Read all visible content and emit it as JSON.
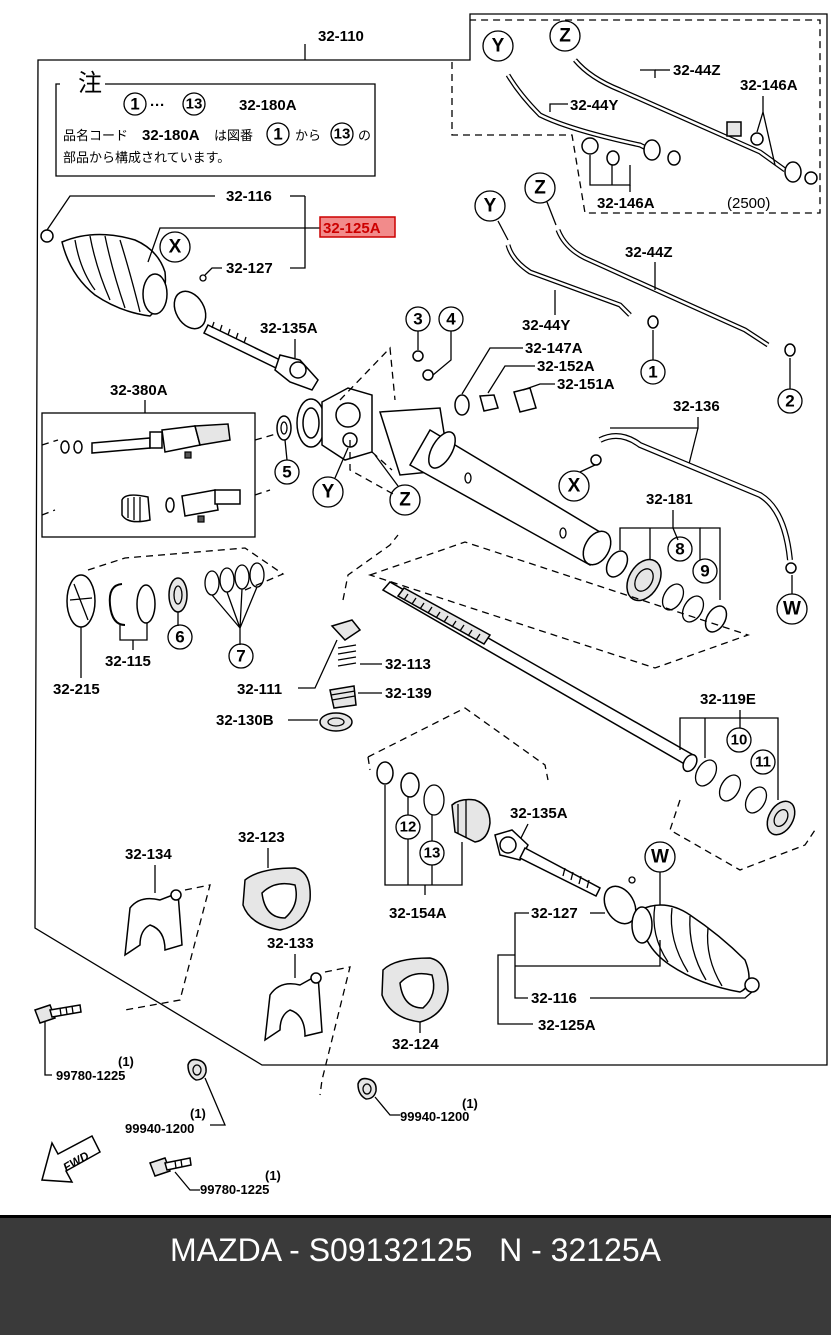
{
  "diagram": {
    "title_code": "32-110",
    "note": {
      "heading": "注",
      "range_start": "1",
      "range_sep": "···",
      "range_end": "13",
      "code": "32-180A",
      "line1_prefix": "品名コード",
      "line1_code": "32-180A",
      "line1_mid": "は図番",
      "line1_from_num": "1",
      "line1_from": "から",
      "line1_to_num": "13",
      "line1_to": "の",
      "line2": "部品から構成されています。"
    },
    "highlight_label": "32-125A",
    "highlight_color": "#f28b8b",
    "qty_mark": "(1)",
    "variant": "(2500)",
    "labels": {
      "p32_116_a": "32-116",
      "p32_127_a": "32-127",
      "p32_135a_a": "32-135A",
      "p32_380a": "32-380A",
      "p32_44z_a": "32-44Z",
      "p32_44y_a": "32-44Y",
      "p32_146a_a": "32-146A",
      "p32_146a_b": "32-146A",
      "p32_44z_b": "32-44Z",
      "p32_44y_b": "32-44Y",
      "p32_147a": "32-147A",
      "p32_152a": "32-152A",
      "p32_151a": "32-151A",
      "p32_136": "32-136",
      "p32_181": "32-181",
      "p32_215": "32-215",
      "p32_115": "32-115",
      "p32_113": "32-113",
      "p32_111": "32-111",
      "p32_139": "32-139",
      "p32_130b": "32-130B",
      "p32_119e": "32-119E",
      "p32_135a_b": "32-135A",
      "p32_154a": "32-154A",
      "p32_127_b": "32-127",
      "p32_116_b": "32-116",
      "p32_125a_b": "32-125A",
      "p32_134": "32-134",
      "p32_123": "32-123",
      "p32_133": "32-133",
      "p32_124": "32-124",
      "bolt_a": "99780-1225",
      "nut_a": "99940-1200",
      "nut_b": "99940-1200",
      "bolt_b": "99780-1225"
    },
    "callouts": [
      "1",
      "2",
      "3",
      "4",
      "5",
      "6",
      "7",
      "8",
      "9",
      "10",
      "11",
      "12",
      "13"
    ],
    "letters": [
      "X",
      "Y",
      "Z",
      "W"
    ],
    "fwd": "FWD"
  },
  "footer": {
    "text": "MAZDA - S09132125   N - 32125A"
  }
}
